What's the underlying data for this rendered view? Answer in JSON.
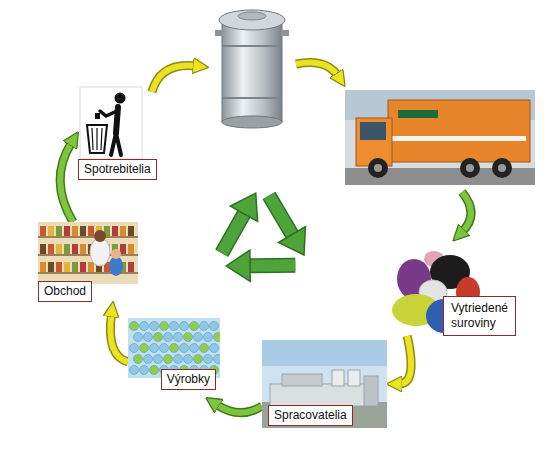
{
  "diagram": {
    "nodes": [
      {
        "text": [
          "Spotrebitelia"
        ]
      },
      {
        "text": [
          "Vytriedené suroviny"
        ]
      },
      {
        "text": [
          "Spracovatelia"
        ]
      },
      {
        "text": [
          "Výrobky"
        ]
      },
      {
        "text": [
          "Obchod"
        ]
      }
    ],
    "edges": [
      {
        "from": 1,
        "to": 2,
        "arrow": "to"
      },
      {
        "from": 2,
        "to": 3,
        "arrow": "to"
      },
      {
        "from": 3,
        "to": 4,
        "arrow": "to"
      },
      {
        "from": 4,
        "to": 0,
        "arrow": "to"
      }
    ]
  }
}
